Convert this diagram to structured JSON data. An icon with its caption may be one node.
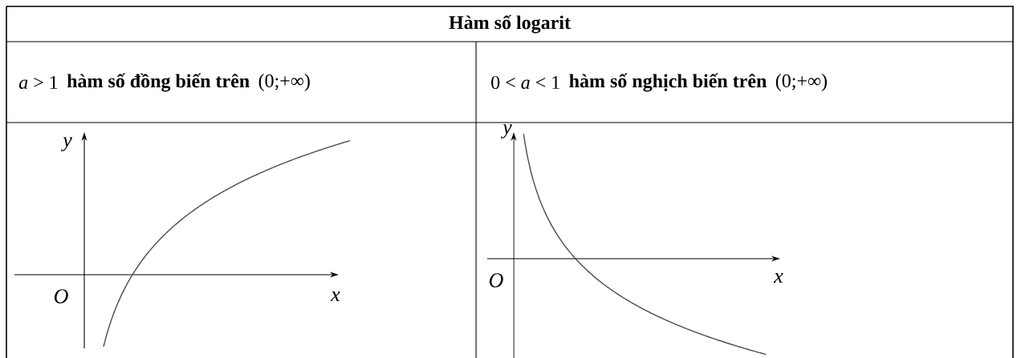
{
  "diagram": {
    "title": "Hàm số logarit",
    "labels": [
      "*a* > 1",
      "hàm số đồng biến trên",
      "(0;+∞)",
      "0 < *a* < 1",
      "hàm số nghịch biến trên",
      "(0;+∞)",
      "y",
      "O",
      "x",
      "y",
      "O",
      "x"
    ]
  }
}
